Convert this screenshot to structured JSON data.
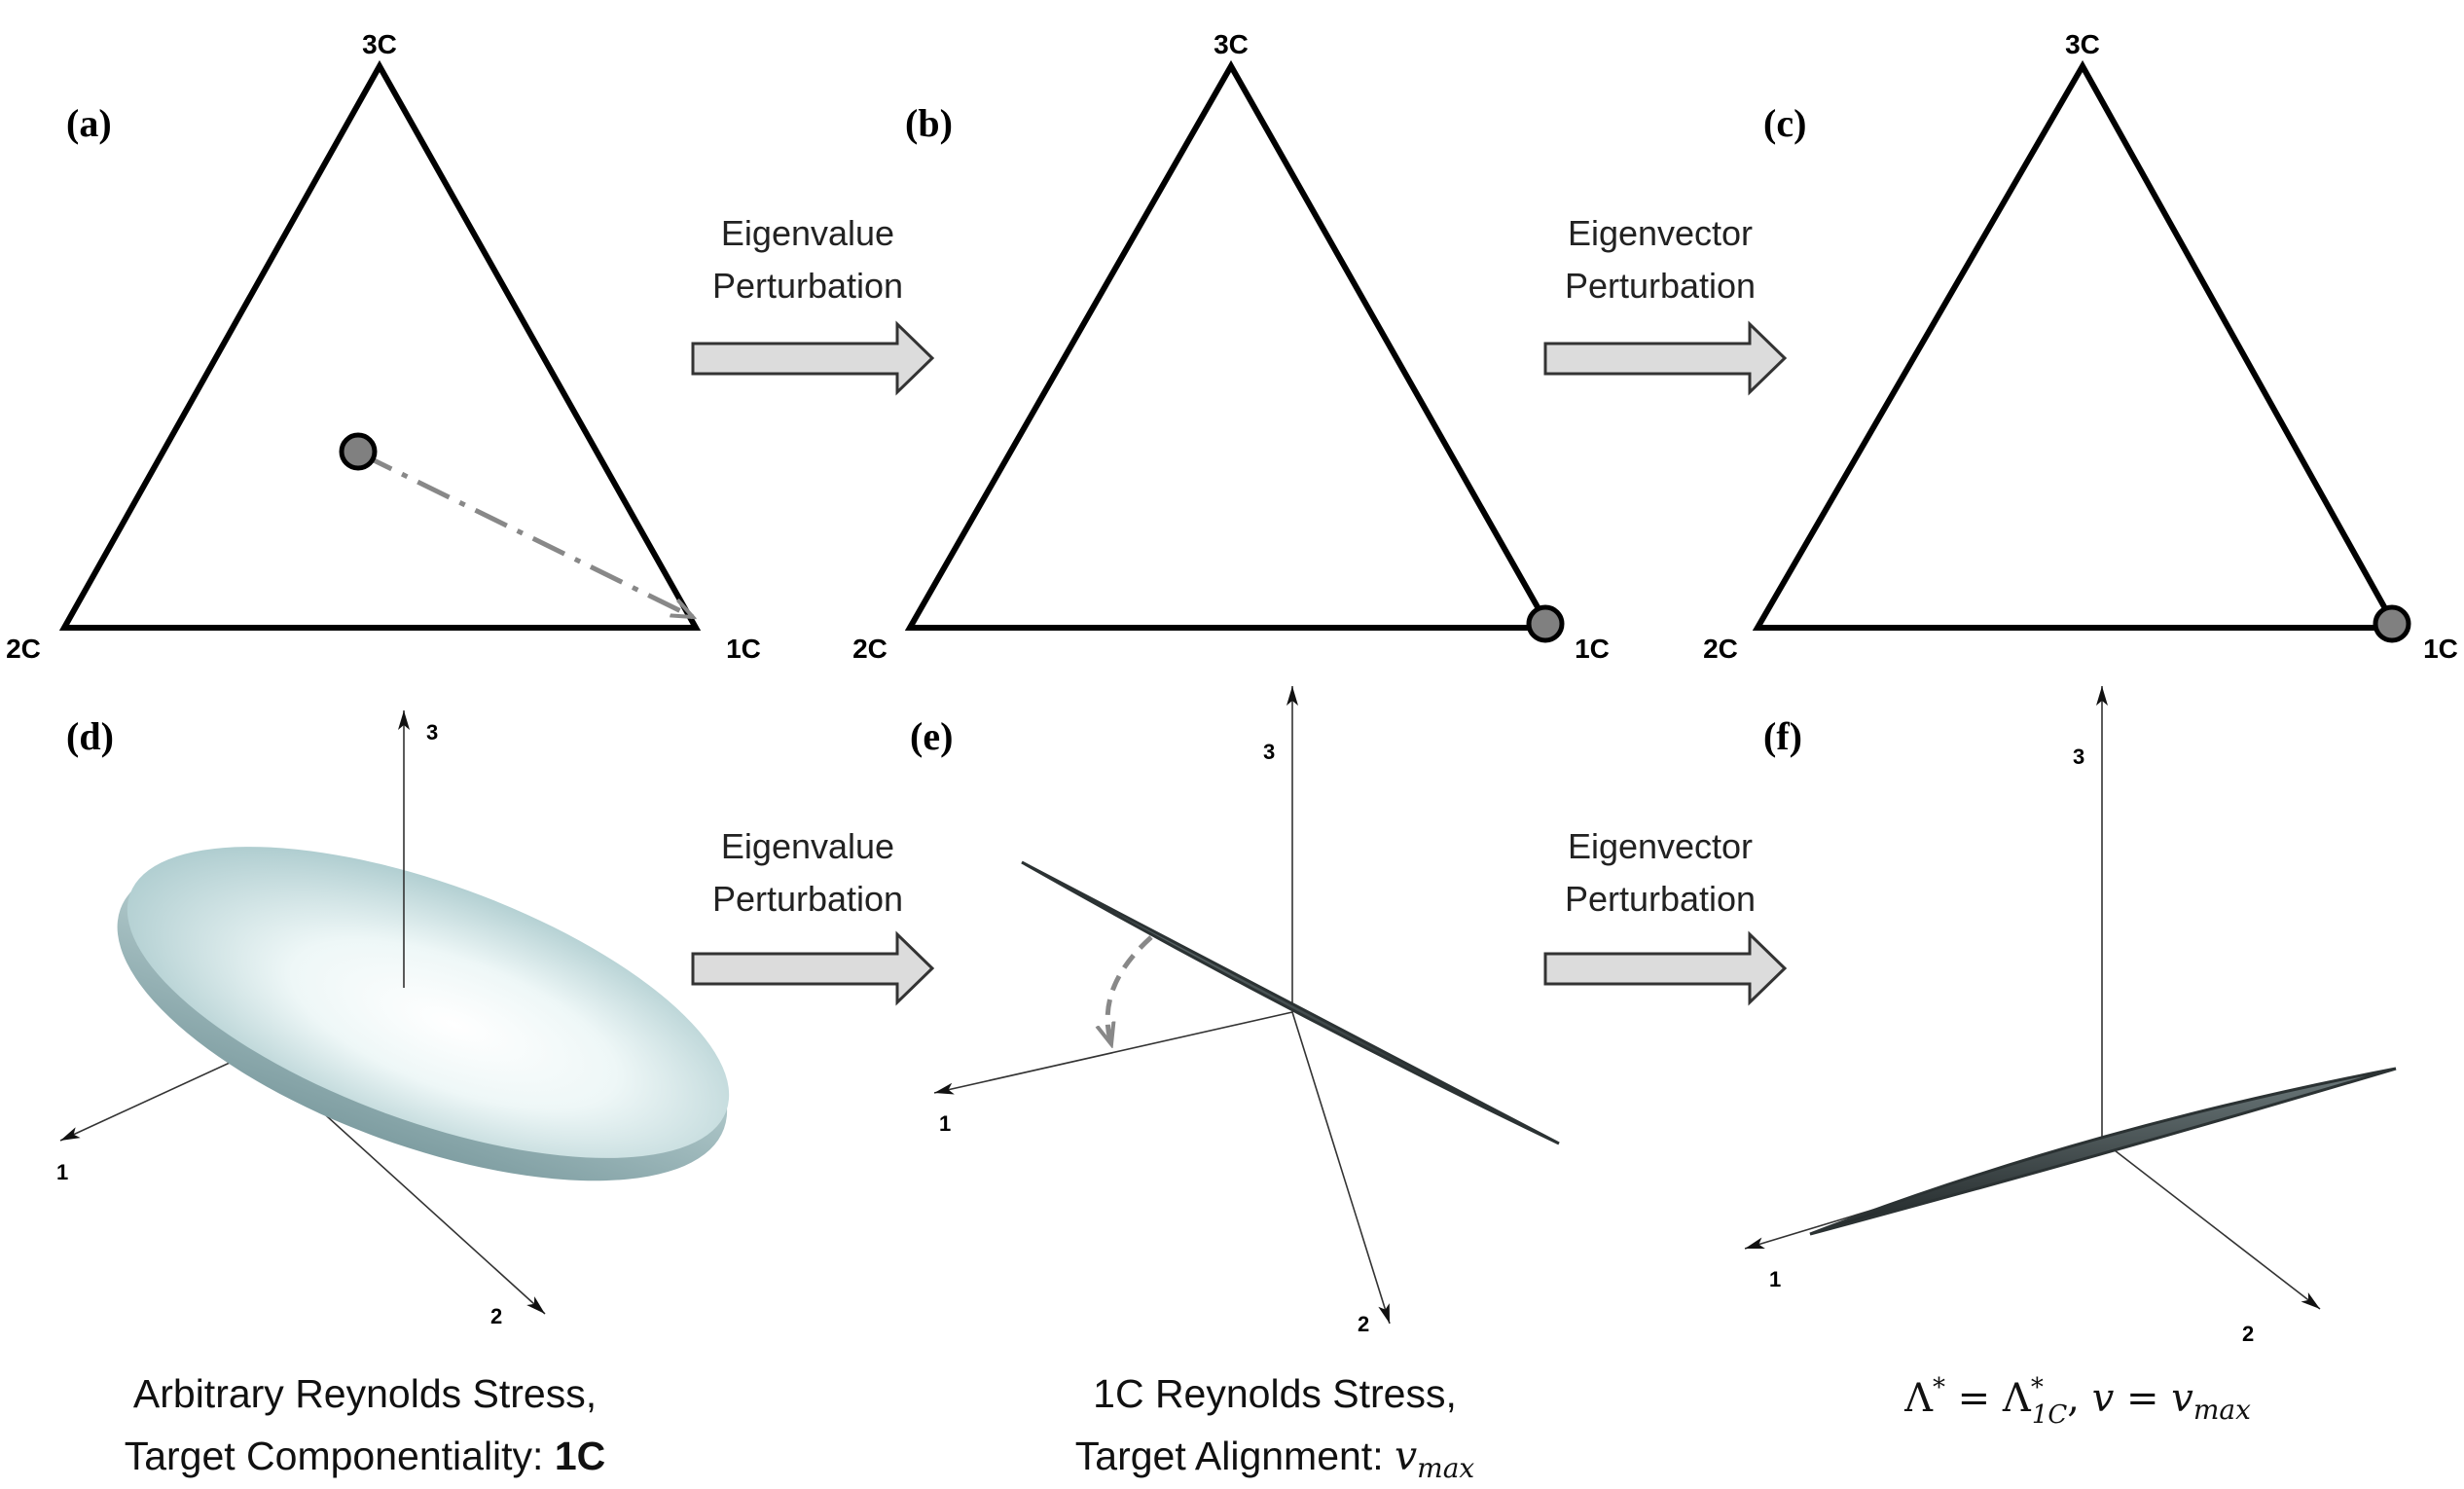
{
  "panels": {
    "a": {
      "label": "(a)",
      "top_vertex": "3C",
      "left_vertex": "2C",
      "right_vertex": "1C"
    },
    "b": {
      "label": "(b)",
      "top_vertex": "3C",
      "left_vertex": "2C",
      "right_vertex": "1C"
    },
    "c": {
      "label": "(c)",
      "top_vertex": "3C",
      "left_vertex": "2C",
      "right_vertex": "1C"
    },
    "d": {
      "label": "(d)",
      "axis1": "1",
      "axis2": "2",
      "axis3": "3"
    },
    "e": {
      "label": "(e)",
      "axis1": "1",
      "axis2": "2",
      "axis3": "3"
    },
    "f": {
      "label": "(f)",
      "axis1": "1",
      "axis2": "2",
      "axis3": "3"
    }
  },
  "arrows": {
    "top_left": {
      "line1": "Eigenvalue",
      "line2": "Perturbation"
    },
    "top_right": {
      "line1": "Eigenvector",
      "line2": "Perturbation"
    },
    "bottom_left": {
      "line1": "Eigenvalue",
      "line2": "Perturbation"
    },
    "bottom_right": {
      "line1": "Eigenvector",
      "line2": "Perturbation"
    }
  },
  "captions": {
    "d_line1": "Arbitrary Reynolds Stress,",
    "d_line2_prefix": "Target Componentiality: ",
    "d_line2_bold": "1C",
    "e_line1": "1C Reynolds Stress,",
    "e_line2_prefix": "Target Alignment: ",
    "e_math_v": "v",
    "e_math_sub": "max",
    "f_lambda": "Λ",
    "f_star": "*",
    "f_eq": " = ",
    "f_lambda2": "Λ",
    "f_sub1": "1C",
    "f_comma": ", ",
    "f_v": "v",
    "f_eq2": " = ",
    "f_v2": "v",
    "f_sub2": "max"
  },
  "colors": {
    "marker_fill": "#808080",
    "arrow_fill": "#dcdcdc",
    "ellipsoid_light": "#f4fbfb",
    "ellipsoid_dark": "#a9c9cc",
    "needle": "#3a4446"
  }
}
